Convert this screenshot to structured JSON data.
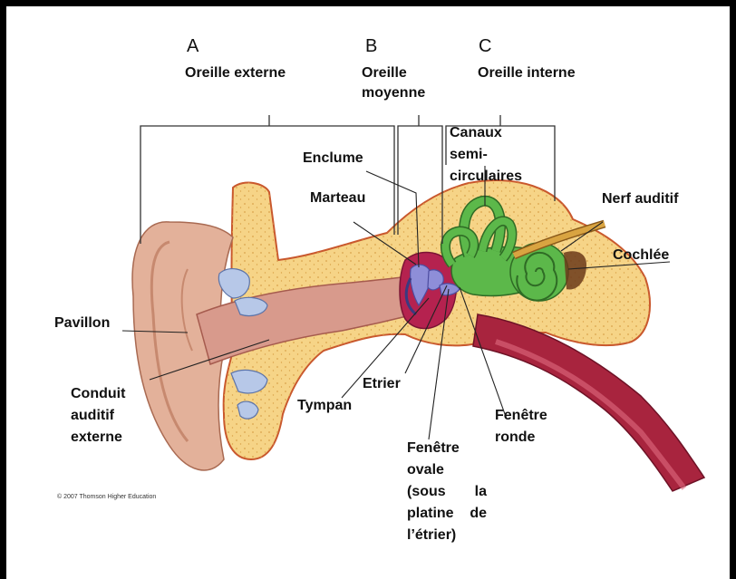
{
  "sections": {
    "a": {
      "letter": "A",
      "label": "Oreille externe"
    },
    "b": {
      "letter": "B",
      "label_line1": "Oreille",
      "label_line2": "moyenne"
    },
    "c": {
      "letter": "C",
      "label": "Oreille interne"
    }
  },
  "labels": {
    "pavillon": "Pavillon",
    "conduit_1": "Conduit",
    "conduit_2": "auditif",
    "conduit_3": "externe",
    "enclume": "Enclume",
    "marteau": "Marteau",
    "canaux_1": "Canaux",
    "canaux_2": "semi-",
    "canaux_3": "circulaires",
    "nerf": "Nerf auditif",
    "cochlee": "Cochlée",
    "etrier": "Etrier",
    "tympan": "Tympan",
    "fenetre_ronde_1": "Fenêtre",
    "fenetre_ronde_2": "ronde",
    "fenetre_ovale_1": "Fenêtre",
    "fenetre_ovale_2": "ovale",
    "fenetre_ovale_3a": "(sous",
    "fenetre_ovale_3b": "la",
    "fenetre_ovale_4a": "platine",
    "fenetre_ovale_4b": "de",
    "fenetre_ovale_5": "l’étrier)"
  },
  "credit": "© 2007 Thomson Higher Education",
  "colors": {
    "bone": "#f6d487",
    "bone_dots": "#d9a24a",
    "skin": "#e3b19a",
    "canal": "#d89a8c",
    "middle_ear": "#b5224f",
    "ossicles": "#8e8ed8",
    "inner_ear": "#5cb84a",
    "lymph": "#b7c8e8",
    "nerve": "#d9a441",
    "artery": "#a8243e"
  }
}
